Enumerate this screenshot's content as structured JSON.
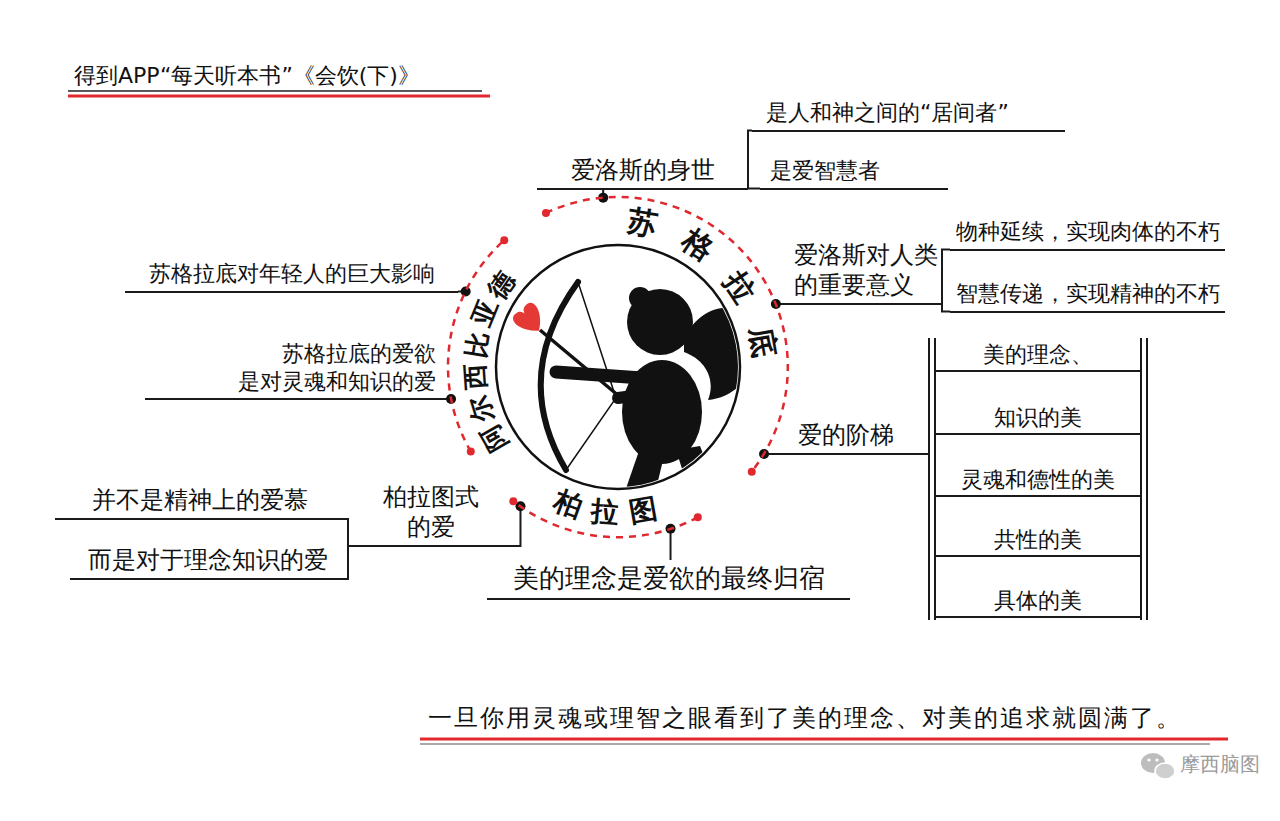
{
  "diagram": {
    "title": "得到APP“每天听本书”《会饮(下)》",
    "caption": "一旦你用灵魂或理智之眼看到了美的理念、对美的追求就圆满了。",
    "nodes": [
      {
        "text": [
          "苏格拉底"
        ]
      },
      {
        "text": [
          "爱洛斯的身世"
        ]
      },
      {
        "text": [
          "是人和神之间的“居间者”"
        ]
      },
      {
        "text": [
          "是爱智慧者"
        ]
      },
      {
        "text": [
          "爱洛斯对人类 的重要意义"
        ]
      },
      {
        "text": [
          "物种延续，实现肉体的不朽"
        ]
      },
      {
        "text": [
          "智慧传递，实现精神的不朽"
        ]
      },
      {
        "text": [
          "爱的阶梯"
        ]
      },
      {
        "text": [
          "美的理念、",
          "知识的美",
          "灵魂和德性的美",
          "共性的美",
          "具体的美"
        ]
      },
      {
        "text": [
          "阿尔西比亚德"
        ]
      },
      {
        "text": [
          "苏格拉底对年轻人的巨大影响"
        ]
      },
      {
        "text": [
          "苏格拉底的爱欲 是对灵魂和知识的爱"
        ]
      },
      {
        "text": [
          "柏拉图"
        ]
      },
      {
        "text": [
          "柏拉图式 的爱"
        ]
      },
      {
        "text": [
          "并不是精神上的爱慕"
        ]
      },
      {
        "text": [
          "而是对于理念知识的爱"
        ]
      },
      {
        "text": [
          "美的理念是爱欲的最终归宿"
        ]
      }
    ],
    "edges": [
      {
        "from": 0,
        "to": 1,
        "arrow": "none"
      },
      {
        "from": 1,
        "to": 2,
        "arrow": "none"
      },
      {
        "from": 1,
        "to": 3,
        "arrow": "none"
      },
      {
        "from": 0,
        "to": 4,
        "arrow": "none"
      },
      {
        "from": 4,
        "to": 5,
        "arrow": "none"
      },
      {
        "from": 4,
        "to": 6,
        "arrow": "none"
      },
      {
        "from": 0,
        "to": 7,
        "arrow": "none"
      },
      {
        "from": 7,
        "to": 8,
        "arrow": "none"
      },
      {
        "from": 9,
        "to": 10,
        "arrow": "none"
      },
      {
        "from": 9,
        "to": 11,
        "arrow": "none"
      },
      {
        "from": 12,
        "to": 13,
        "arrow": "none"
      },
      {
        "from": 13,
        "to": 14,
        "arrow": "none"
      },
      {
        "from": 13,
        "to": 15,
        "arrow": "none"
      },
      {
        "from": 12,
        "to": 16,
        "arrow": "none"
      }
    ],
    "labels": [
      "摩西脑图"
    ]
  }
}
